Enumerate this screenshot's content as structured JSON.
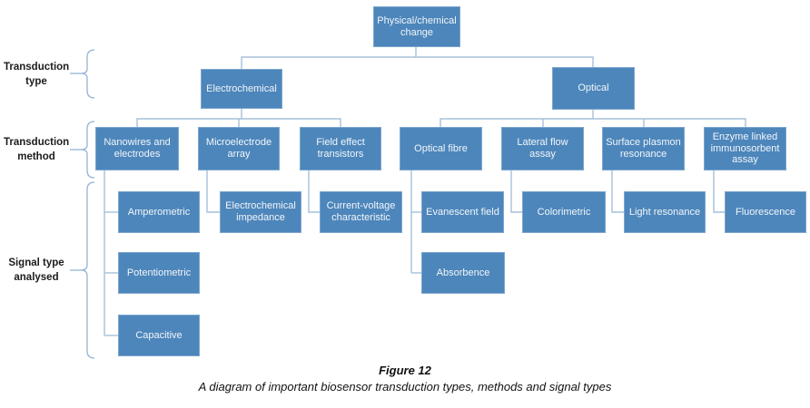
{
  "diagram": {
    "row_labels": {
      "transduction_type": "Transduction\ntype",
      "transduction_method": "Transduction\nmethod",
      "signal_type": "Signal type\nanalysed"
    },
    "nodes": {
      "root": "Physical/chemical change",
      "electrochemical": "Electrochemical",
      "optical": "Optical",
      "nanowires": "Nanowires and electrodes",
      "microelectrode": "Microelectrode array",
      "fet": "Field effect transistors",
      "optical_fibre": "Optical fibre",
      "lateral_flow": "Lateral flow assay",
      "spr": "Surface plasmon resonance",
      "elisa": "Enzyme linked immunosorbent assay",
      "amperometric": "Amperometric",
      "impedance": "Electrochemical impedance",
      "current_voltage": "Current-voltage characteristic",
      "evanescent": "Evanescent field",
      "colorimetric": "Colorimetric",
      "light_resonance": "Light resonance",
      "fluorescence": "Fluorescence",
      "potentiometric": "Potentiometric",
      "absorbence": "Absorbence",
      "capacitive": "Capacitive"
    }
  },
  "caption": {
    "title": "Figure 12",
    "subtitle": "A diagram of important biosensor transduction types, methods and signal types"
  },
  "colors": {
    "box_fill": "#4d86bb",
    "box_border": "#7ba6cf",
    "box_text": "#f2f6fa",
    "connector": "#a6c0da",
    "brace": "#93b3d5"
  }
}
